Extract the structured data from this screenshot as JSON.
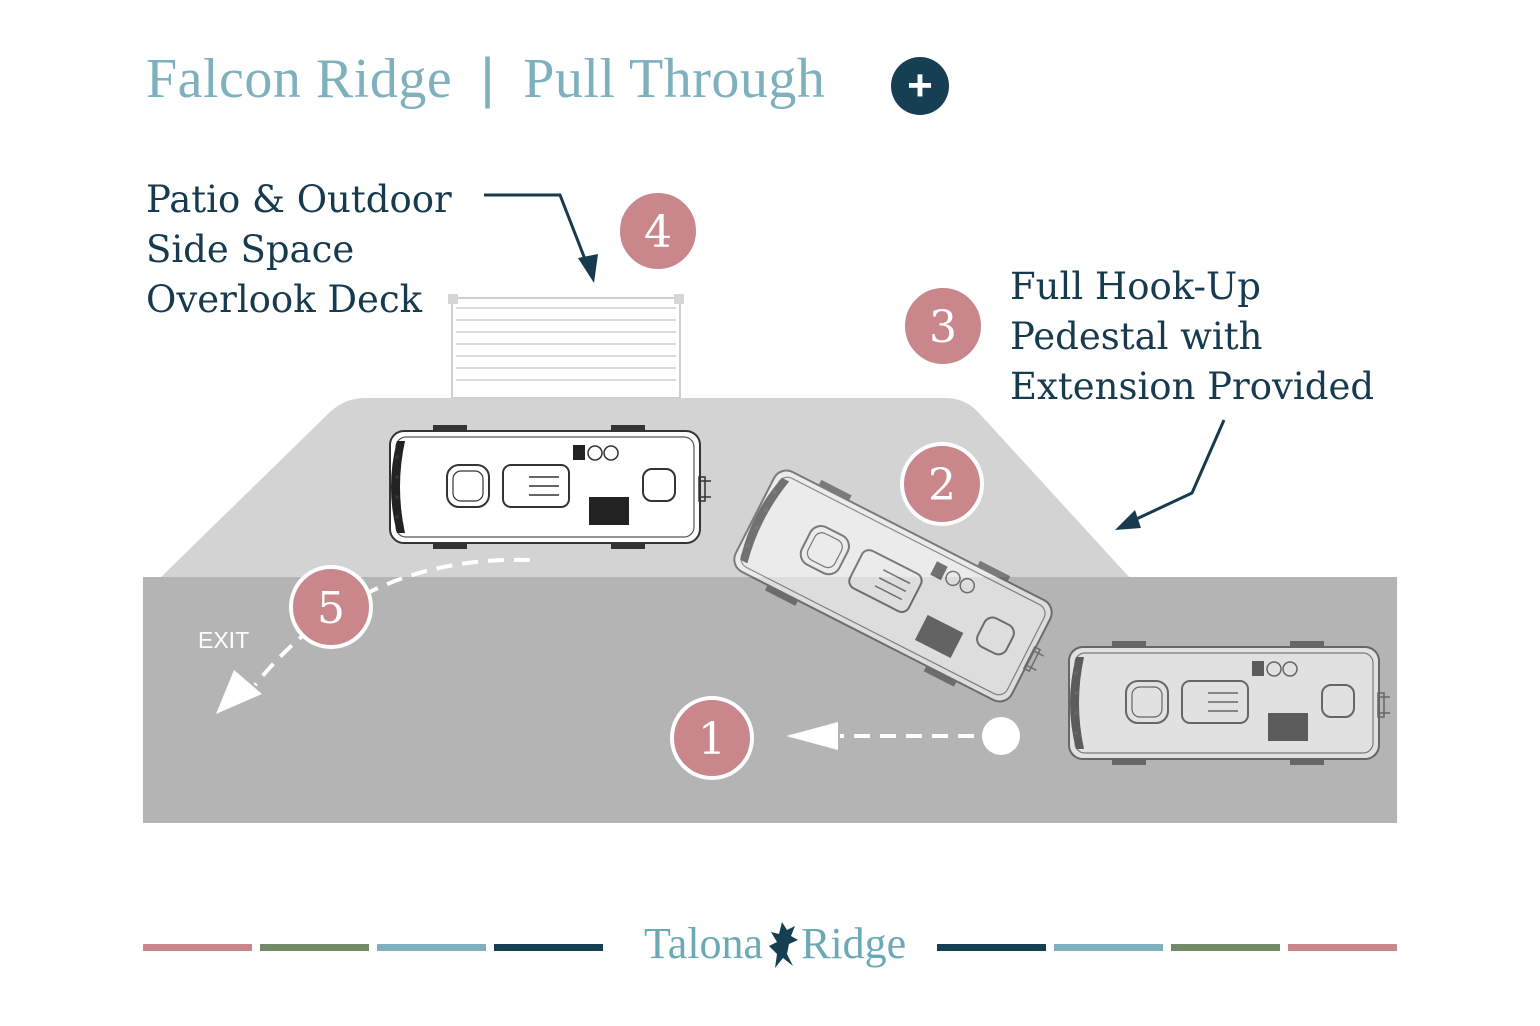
{
  "title": {
    "site_name": "Falcon Ridge",
    "separator": "|",
    "site_type": "Pull Through",
    "badge": "+"
  },
  "callouts": {
    "patio": [
      "Patio & Outdoor",
      "Side Space",
      "Overlook Deck"
    ],
    "hookup": [
      "Full Hook-Up",
      "Pedestal with",
      "Extension Provided"
    ]
  },
  "steps": [
    "1",
    "2",
    "3",
    "4",
    "5"
  ],
  "exit_label": "EXIT",
  "logo": {
    "left": "Talona",
    "right": "Ridge"
  },
  "colors": {
    "title": "#7fb0bd",
    "navy": "#163f53",
    "step_circle": "#c9878c",
    "road": "#b4b4b4",
    "pad": "#d3d3d3",
    "rose": "#c9878c",
    "green": "#748a67",
    "teal": "#7fb0bd"
  },
  "icons": [
    "plus-icon",
    "rv-icon",
    "deck-icon",
    "falcon-icon",
    "arrow-icon"
  ]
}
